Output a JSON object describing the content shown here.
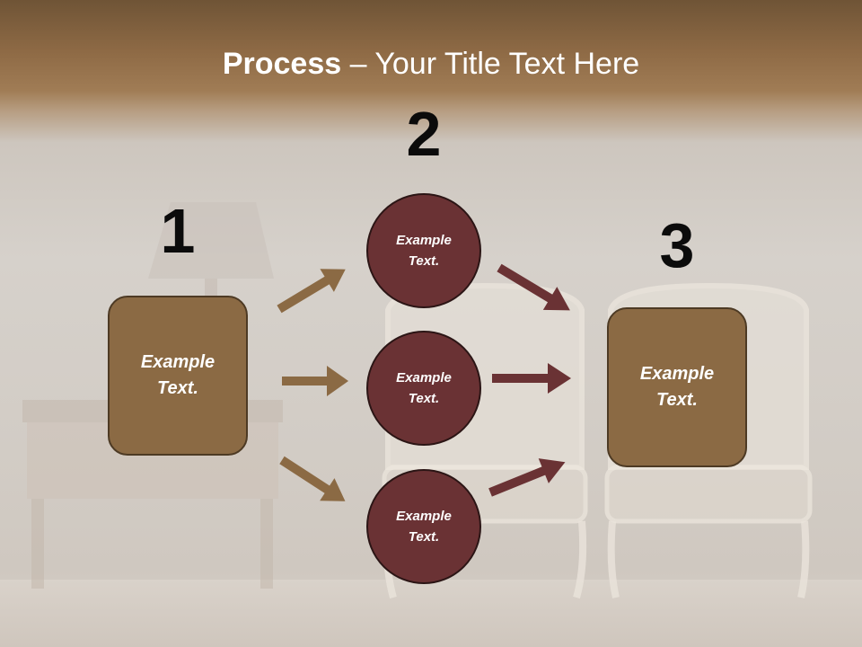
{
  "slide": {
    "title_bold": "Process",
    "title_rest": " – Your Title Text Here"
  },
  "steps": [
    {
      "number": "1"
    },
    {
      "number": "2"
    },
    {
      "number": "3"
    }
  ],
  "nodes": {
    "left_box": "Example Text.",
    "circle_top": "Example Text.",
    "circle_middle": "Example Text.",
    "circle_bottom": "Example Text.",
    "right_box": "Example Text."
  },
  "colors": {
    "box_fill": "#8b6a44",
    "circle_fill": "#6a3234",
    "arrow_left": "#8b6a44",
    "arrow_right": "#6a3234"
  }
}
